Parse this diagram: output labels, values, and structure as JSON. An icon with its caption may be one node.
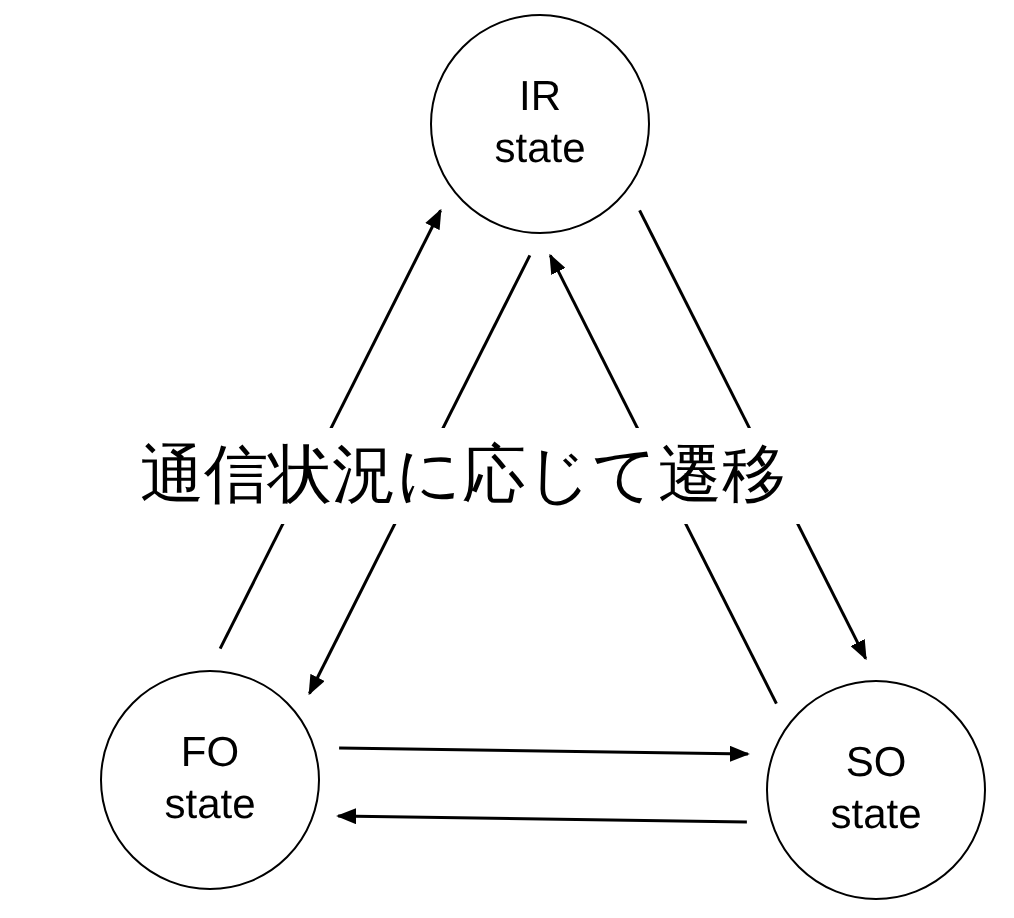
{
  "diagram": {
    "nodes": [
      {
        "text": [
          "IR state"
        ]
      },
      {
        "text": [
          "FO state"
        ]
      },
      {
        "text": [
          "SO state"
        ]
      }
    ],
    "edges": [
      {
        "from": 1,
        "to": 0,
        "arrow": "to"
      },
      {
        "from": 0,
        "to": 1,
        "arrow": "to"
      },
      {
        "from": 2,
        "to": 0,
        "arrow": "to"
      },
      {
        "from": 0,
        "to": 2,
        "arrow": "to"
      },
      {
        "from": 1,
        "to": 2,
        "arrow": "to"
      },
      {
        "from": 2,
        "to": 1,
        "arrow": "to"
      }
    ],
    "labels": [
      "通信状況に応じて遷移"
    ]
  }
}
